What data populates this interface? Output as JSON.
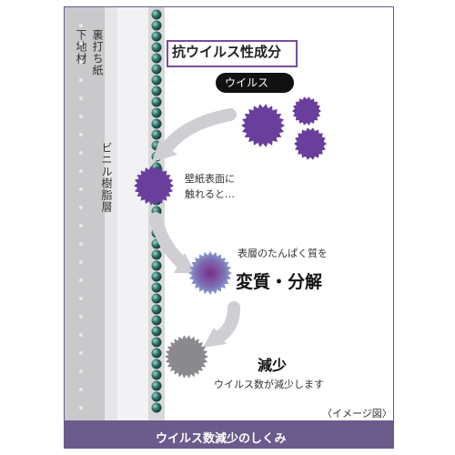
{
  "layers": {
    "base": "下地材",
    "backing_paper": "裏打ち紙",
    "vinyl_resin": "ビニル樹脂層"
  },
  "title": "抗ウイルス性成分",
  "virus_label": "ウイルス",
  "step1": {
    "text_line1": "壁紙表面に",
    "text_line2": "触れると…"
  },
  "step2": {
    "text": "表層のたんぱく質を",
    "main": "変質・分解"
  },
  "step3": {
    "title": "減少",
    "text": "ウイルス数が減少します"
  },
  "caption": "〈イメージ図〉",
  "footer": "ウイルス数減少のしくみ",
  "colors": {
    "virus_purple": "#6a3e9c",
    "frame_purple": "#6b5b8c",
    "bead_teal": "#2f6f66",
    "arrow_gray": "#c9c9cc",
    "reduced_gray": "#8a8a8e"
  }
}
